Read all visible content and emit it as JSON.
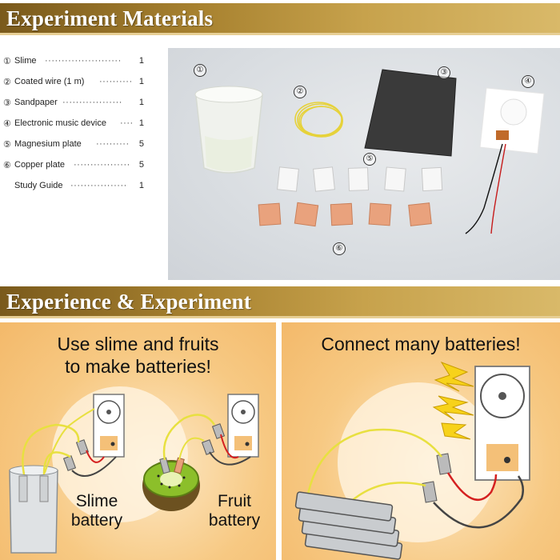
{
  "banners": {
    "materials": "Experiment Materials",
    "experience": "Experience & Experiment"
  },
  "materials": [
    {
      "num": "①",
      "name": "Slime",
      "qty": "1"
    },
    {
      "num": "②",
      "name": "Coated wire (1 m)",
      "qty": "1"
    },
    {
      "num": "③",
      "name": "Sandpaper",
      "qty": "1"
    },
    {
      "num": "④",
      "name": "Electronic music device",
      "qty": "1"
    },
    {
      "num": "⑤",
      "name": "Magnesium plate",
      "qty": "5"
    },
    {
      "num": "⑥",
      "name": "Copper plate",
      "qty": "5"
    },
    {
      "num": "",
      "name": "Study Guide",
      "qty": "1"
    }
  ],
  "photo_labels": [
    "①",
    "②",
    "③",
    "④",
    "⑤",
    "⑥"
  ],
  "left_panel": {
    "title_line1": "Use slime and fruits",
    "title_line2": "to make batteries!",
    "slime_caption_line1": "Slime",
    "slime_caption_line2": "battery",
    "fruit_caption_line1": "Fruit",
    "fruit_caption_line2": "battery"
  },
  "right_panel": {
    "title": "Connect many batteries!"
  },
  "colors": {
    "banner_gold": "#a7812f",
    "panel_orange": "#f7c983",
    "wire_yellow": "#e8e040",
    "wire_red": "#d42020",
    "sound_yellow": "#f7d21a"
  }
}
